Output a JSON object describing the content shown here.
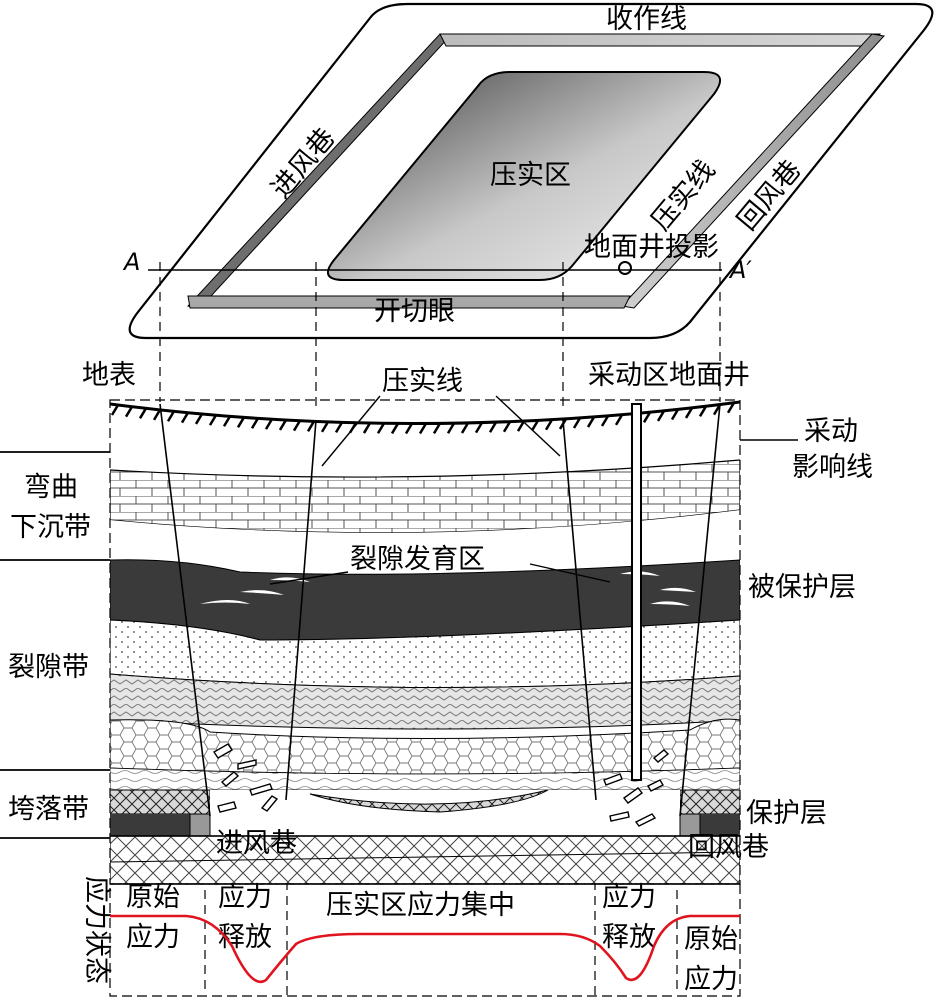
{
  "plan": {
    "top_edge": "收作线",
    "left_edge": "进风巷",
    "right_edge": "回风巷",
    "bottom_edge": "开切眼",
    "center": "压实区",
    "compaction_line": "压实线",
    "well_projection": "地面井投影",
    "section_left": "A",
    "section_right": "A′"
  },
  "section": {
    "surface": "地表",
    "compaction_line": "压实线",
    "surface_well": "采动区地面井",
    "influence_line_1": "采动",
    "influence_line_2": "影响线",
    "fracture_zone_label": "裂隙发育区",
    "protected_layer": "被保护层",
    "protective_layer": "保护层",
    "intake_roadway": "进风巷",
    "return_roadway": "回风巷"
  },
  "zones": {
    "bending_1": "弯曲",
    "bending_2": "下沉带",
    "fracture": "裂隙带",
    "caving": "垮落带"
  },
  "stress": {
    "axis_label": "应力状态",
    "original_left_1": "原始",
    "original_left_2": "应力",
    "release_left_1": "应力",
    "release_left_2": "释放",
    "concentration": "压实区应力集中",
    "release_right_1": "应力",
    "release_right_2": "释放",
    "original_right_1": "原始",
    "original_right_2": "应力"
  },
  "colors": {
    "stress_curve": "#e0141e",
    "coal_seam": "#3a3a3a"
  }
}
